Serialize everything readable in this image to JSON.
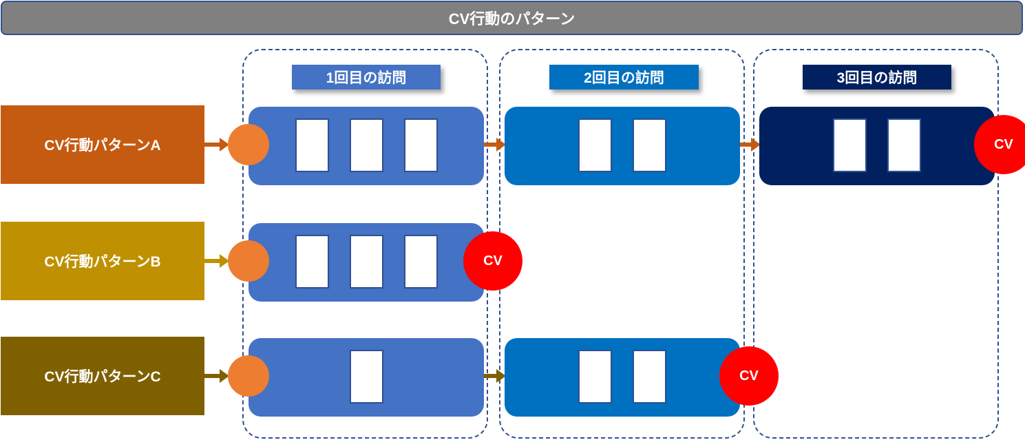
{
  "title": "CV行動のパターン",
  "columns": [
    {
      "label": "1回目の訪問",
      "color": "#4472c4"
    },
    {
      "label": "2回目の訪問",
      "color": "#0070c0"
    },
    {
      "label": "3回目の訪問",
      "color": "#002060"
    }
  ],
  "patterns": [
    {
      "label": "CV行動パターンA",
      "color": "#c55a11",
      "visits": [
        3,
        2,
        2
      ],
      "cv_after_visit": 3
    },
    {
      "label": "CV行動パターンB",
      "color": "#bf9000",
      "visits": [
        3
      ],
      "cv_after_visit": 1
    },
    {
      "label": "CV行動パターンC",
      "color": "#7f6000",
      "visits": [
        1,
        2
      ],
      "cv_after_visit": 2
    }
  ],
  "cv_label": "CV",
  "colors": {
    "entry_dot": "#ed7d31",
    "cv_dot": "#ff0000",
    "border": "#2f4f8f",
    "title_bg": "#808080"
  }
}
